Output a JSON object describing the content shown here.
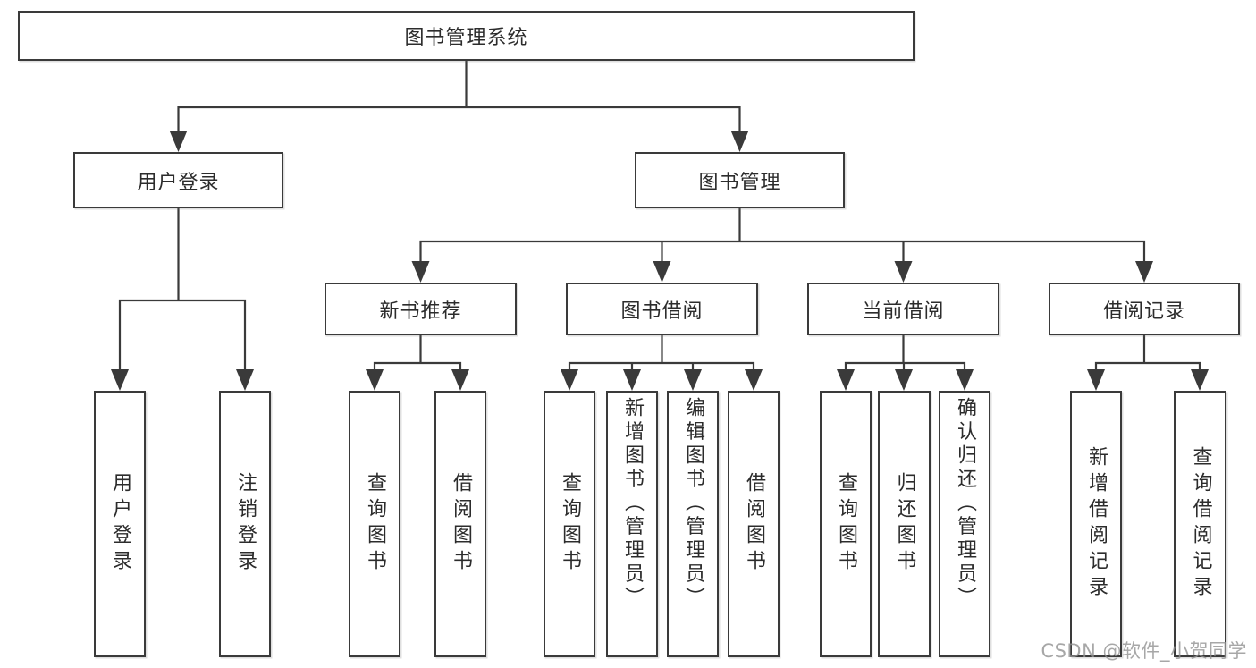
{
  "colors": {
    "line": "#3a3a3a",
    "text": "#2c2c2c",
    "background": "#ffffff",
    "watermark": "#a9a9a9"
  },
  "diagram": {
    "root": {
      "label": "图书管理系统"
    },
    "user_login": {
      "label": "用户登录",
      "children": [
        {
          "label": "用户登录"
        },
        {
          "label": "注销登录"
        }
      ]
    },
    "book_management": {
      "label": "图书管理",
      "sections": [
        {
          "label": "新书推荐",
          "children": [
            {
              "label": "查询图书"
            },
            {
              "label": "借阅图书"
            }
          ]
        },
        {
          "label": "图书借阅",
          "children": [
            {
              "label": "查询图书"
            },
            {
              "label": "新增图书（管理员）"
            },
            {
              "label": "编辑图书（管理员）"
            },
            {
              "label": "借阅图书"
            }
          ]
        },
        {
          "label": "当前借阅",
          "children": [
            {
              "label": "查询图书"
            },
            {
              "label": "归还图书"
            },
            {
              "label": "确认归还（管理员）"
            }
          ]
        },
        {
          "label": "借阅记录",
          "children": [
            {
              "label": "新增借阅记录"
            },
            {
              "label": "查询借阅记录"
            }
          ]
        }
      ]
    }
  },
  "watermark": {
    "text": "CSDN @软件_小贺同学"
  }
}
